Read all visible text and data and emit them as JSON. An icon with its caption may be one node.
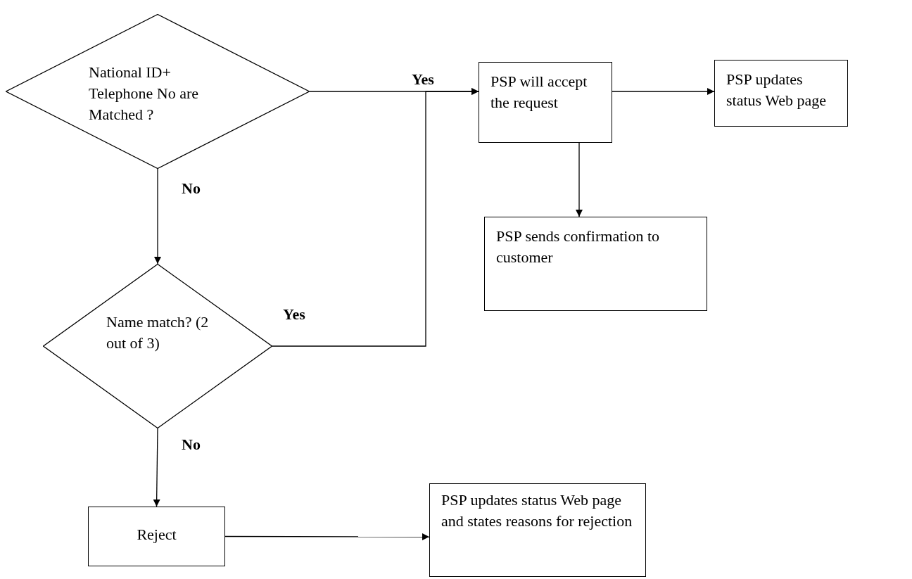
{
  "diagram": {
    "nodes": [
      {
        "text": [
          "National ID+ Telephone No are Matched ?"
        ]
      },
      {
        "text": [
          "Name match? (2 out of 3)"
        ]
      },
      {
        "text": [
          "PSP will accept the request"
        ]
      },
      {
        "text": [
          "PSP updates status Web page"
        ]
      },
      {
        "text": [
          "PSP sends confirmation to customer"
        ]
      },
      {
        "text": [
          "Reject"
        ]
      },
      {
        "text": [
          "PSP updates status Web page and states reasons for rejection"
        ]
      }
    ],
    "edges": [
      {
        "from": 0,
        "to": 2,
        "arrow": "to",
        "label": "Yes"
      },
      {
        "from": 0,
        "to": 1,
        "arrow": "to",
        "label": "No"
      },
      {
        "from": 1,
        "to": 2,
        "arrow": "to",
        "label": "Yes"
      },
      {
        "from": 2,
        "to": 3,
        "arrow": "to"
      },
      {
        "from": 2,
        "to": 4,
        "arrow": "to"
      },
      {
        "from": 1,
        "to": 5,
        "arrow": "to",
        "label": "No"
      },
      {
        "from": 5,
        "to": 6,
        "arrow": "to"
      }
    ]
  }
}
